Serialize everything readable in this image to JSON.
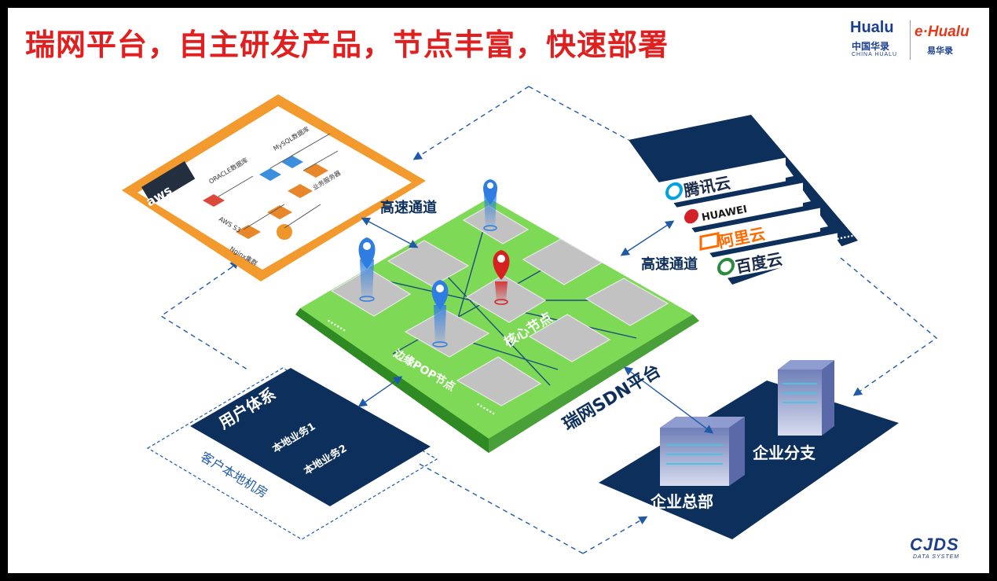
{
  "title": "瑞网平台，自主研发产品，节点丰富，快速部署",
  "brand": {
    "hualu": "Hualu",
    "hualu_zh": "中国华录",
    "hualu_en": "CHINA HUALU",
    "ehualu": "e·Hualu",
    "ehualu_zh": "易华录",
    "cjds": "CJDS",
    "cjds_sub": "DATA SYSTEM"
  },
  "aws_card": {
    "logo": "aws",
    "oracle": "ORACLE数据库",
    "mysql": "MySQL数据库",
    "s3": "AWS S3",
    "business": "业务服务器",
    "nginx": "Nginx集群"
  },
  "clouds": [
    "腾讯云",
    "HUAWEI",
    "阿里云",
    "百度云"
  ],
  "labels": {
    "channel_left": "高速通道",
    "channel_right": "高速通道",
    "core_node": "核心节点",
    "edge_node": "边缘POP节点",
    "platform": "瑞网SDN平台",
    "user_system": "用户体系",
    "biz1": "本地业务1",
    "biz2": "本地业务2",
    "customer_room": "客户本地机房",
    "hq": "企业总部",
    "branch": "企业分支",
    "dots": "......"
  },
  "colors": {
    "title_red": "#e02020",
    "navy": "#0d2f5c",
    "green": "#7ed957",
    "orange": "#f39a2e",
    "pin_blue": "#2f7de1",
    "pin_red": "#d62121"
  }
}
